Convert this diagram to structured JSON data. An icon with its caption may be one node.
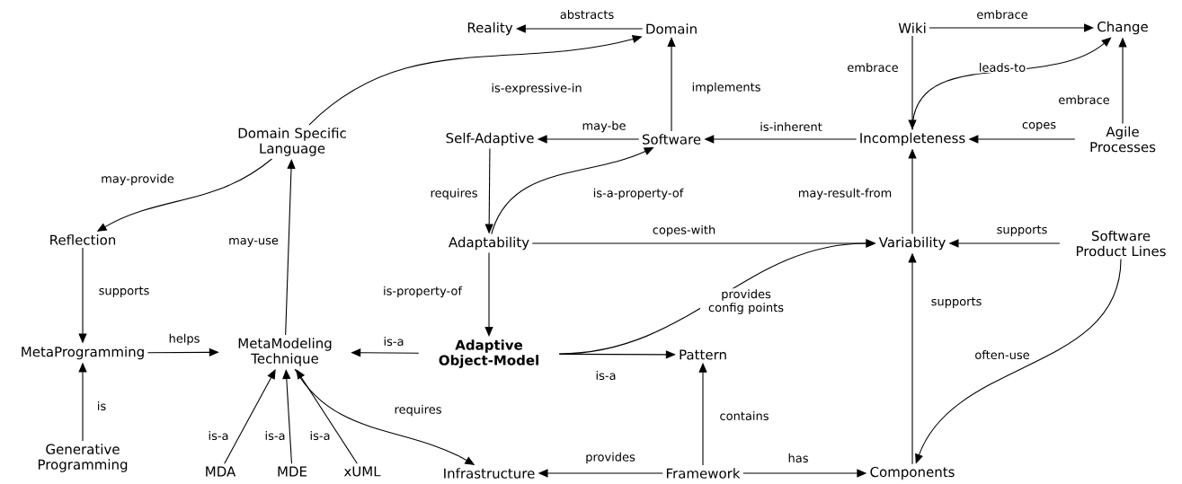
{
  "diagram": {
    "nodes": [
      {
        "text": [
          "Reality"
        ]
      },
      {
        "text": [
          "Domain"
        ]
      },
      {
        "text": [
          "Wiki"
        ]
      },
      {
        "text": [
          "Change"
        ]
      },
      {
        "text": [
          "Domain Specific Language"
        ]
      },
      {
        "text": [
          "Self-Adaptive"
        ]
      },
      {
        "text": [
          "Software"
        ]
      },
      {
        "text": [
          "Incompleteness"
        ]
      },
      {
        "text": [
          "Agile Processes"
        ]
      },
      {
        "text": [
          "Reflection"
        ]
      },
      {
        "text": [
          "Adaptability"
        ]
      },
      {
        "text": [
          "Variability"
        ]
      },
      {
        "text": [
          "Software Product Lines"
        ]
      },
      {
        "text": [
          "MetaProgramming"
        ]
      },
      {
        "text": [
          "MetaModeling Technique"
        ]
      },
      {
        "text": [
          "Adaptive Object-Model"
        ]
      },
      {
        "text": [
          "Pattern"
        ]
      },
      {
        "text": [
          "Generative Programming"
        ]
      },
      {
        "text": [
          "MDA"
        ]
      },
      {
        "text": [
          "MDE"
        ]
      },
      {
        "text": [
          "xUML"
        ]
      },
      {
        "text": [
          "Infrastructure"
        ]
      },
      {
        "text": [
          "Framework"
        ]
      },
      {
        "text": [
          "Components"
        ]
      }
    ],
    "edges": [
      {
        "from": 1,
        "to": 0,
        "arrow": "to",
        "label": "abstracts"
      },
      {
        "from": 2,
        "to": 3,
        "arrow": "to",
        "label": "embrace"
      },
      {
        "from": 2,
        "to": 7,
        "arrow": "to",
        "label": "embrace"
      },
      {
        "from": 8,
        "to": 3,
        "arrow": "to",
        "label": "embrace"
      },
      {
        "from": 7,
        "to": 3,
        "arrow": "to",
        "label": "leads-to"
      },
      {
        "from": 8,
        "to": 7,
        "arrow": "to",
        "label": "copes"
      },
      {
        "from": 7,
        "to": 6,
        "arrow": "to",
        "label": "is-inherent"
      },
      {
        "from": 6,
        "to": 1,
        "arrow": "to",
        "label": "implements"
      },
      {
        "from": 6,
        "to": 5,
        "arrow": "to",
        "label": "may-be"
      },
      {
        "from": 4,
        "to": 1,
        "arrow": "to",
        "label": "is-expressive-in"
      },
      {
        "from": 4,
        "to": 9,
        "arrow": "to",
        "label": "may-provide"
      },
      {
        "from": 5,
        "to": 10,
        "arrow": "to",
        "label": "requires"
      },
      {
        "from": 10,
        "to": 6,
        "arrow": "to",
        "label": "is-a-property-of"
      },
      {
        "from": 10,
        "to": 11,
        "arrow": "to",
        "label": "copes-with"
      },
      {
        "from": 12,
        "to": 11,
        "arrow": "to",
        "label": "supports"
      },
      {
        "from": 11,
        "to": 7,
        "arrow": "to",
        "label": "may-result-from"
      },
      {
        "from": 9,
        "to": 13,
        "arrow": "to",
        "label": "supports"
      },
      {
        "from": 14,
        "to": 4,
        "arrow": "to",
        "label": "may-use"
      },
      {
        "from": 13,
        "to": 14,
        "arrow": "to",
        "label": "helps"
      },
      {
        "from": 15,
        "to": 14,
        "arrow": "to",
        "label": "is-a"
      },
      {
        "from": 15,
        "to": 16,
        "arrow": "to",
        "label": "is-a"
      },
      {
        "from": 10,
        "to": 15,
        "arrow": "to",
        "label": "is-property-of"
      },
      {
        "from": 15,
        "to": 11,
        "arrow": "to",
        "label": "provides config points"
      },
      {
        "from": 17,
        "to": 13,
        "arrow": "to",
        "label": "is"
      },
      {
        "from": 18,
        "to": 14,
        "arrow": "to",
        "label": "is-a"
      },
      {
        "from": 19,
        "to": 14,
        "arrow": "to",
        "label": "is-a"
      },
      {
        "from": 20,
        "to": 14,
        "arrow": "to",
        "label": "is-a"
      },
      {
        "from": 14,
        "to": 21,
        "arrow": "to",
        "label": "requires"
      },
      {
        "from": 22,
        "to": 21,
        "arrow": "to",
        "label": "provides"
      },
      {
        "from": 22,
        "to": 16,
        "arrow": "to",
        "label": "contains"
      },
      {
        "from": 22,
        "to": 23,
        "arrow": "to",
        "label": "has"
      },
      {
        "from": 23,
        "to": 11,
        "arrow": "to",
        "label": "supports"
      },
      {
        "from": 12,
        "to": 23,
        "arrow": "to",
        "label": "often-use"
      }
    ]
  }
}
